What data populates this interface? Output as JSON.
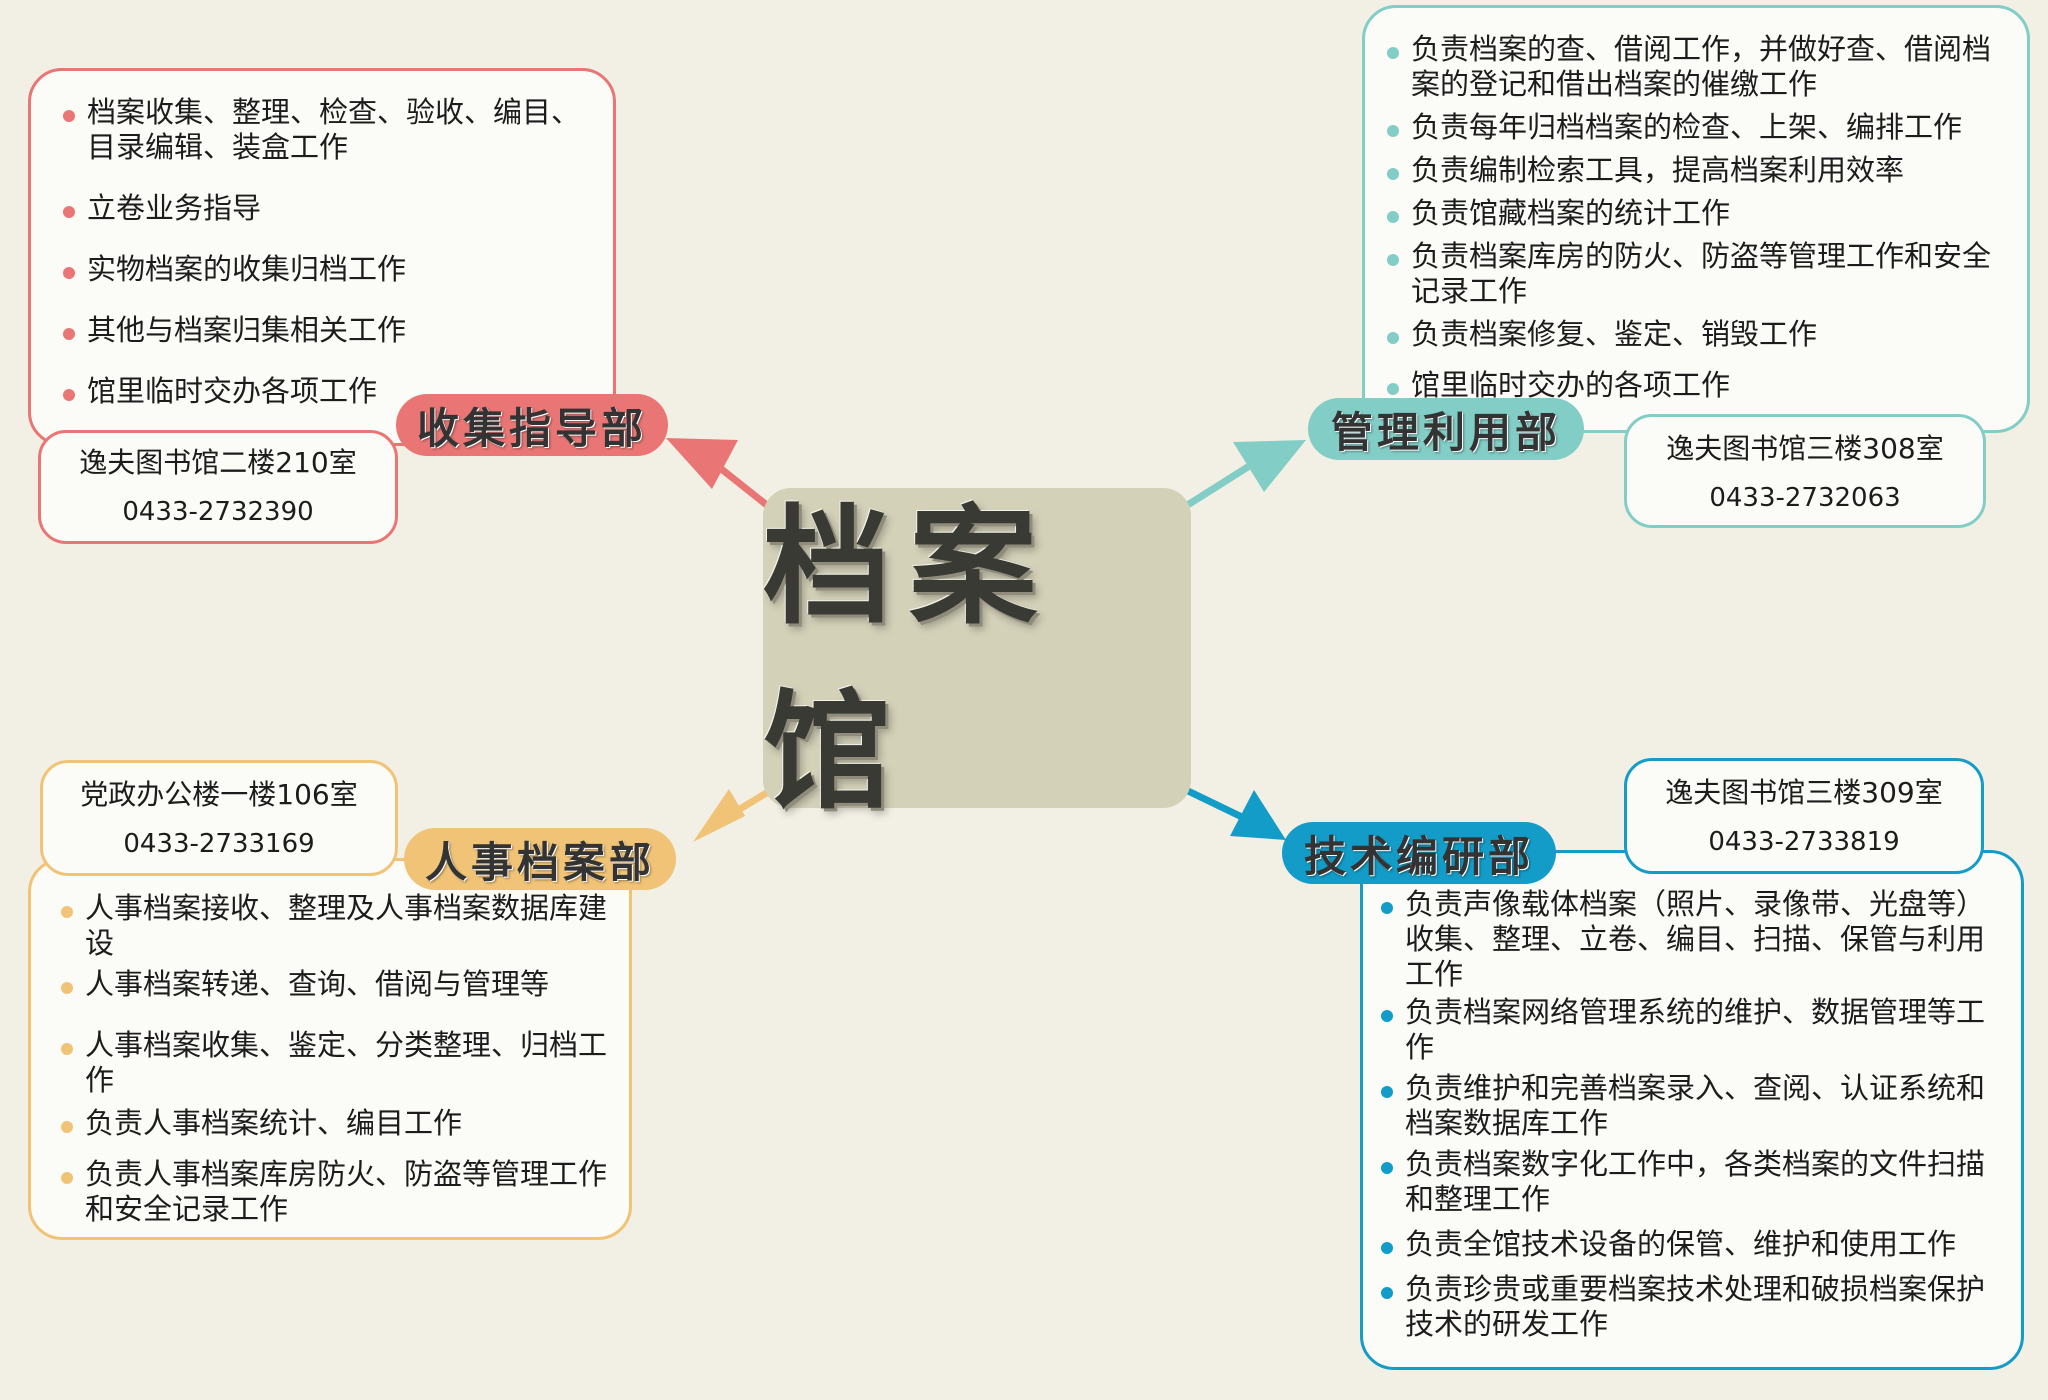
{
  "center": {
    "title": "档案馆"
  },
  "colors": {
    "red": "#e97675",
    "teal": "#82cdc6",
    "amber": "#f1c377",
    "blue": "#139cc7",
    "background": "#f2efe4",
    "center": "#d3d1b8"
  },
  "departments": [
    {
      "name": "收集指导部",
      "room": "逸夫图书馆二楼210室",
      "phone": "0433-2732390",
      "items": [
        "档案收集、整理、检查、验收、编目、目录编辑、装盒工作",
        "立卷业务指导",
        "实物档案的收集归档工作",
        "其他与档案归集相关工作",
        "馆里临时交办各项工作"
      ]
    },
    {
      "name": "管理利用部",
      "room": "逸夫图书馆三楼308室",
      "phone": "0433-2732063",
      "items": [
        "负责档案的查、借阅工作，并做好查、借阅档案的登记和借出档案的催缴工作",
        "负责每年归档档案的检查、上架、编排工作",
        "负责编制检索工具，提高档案利用效率",
        "负责馆藏档案的统计工作",
        "负责档案库房的防火、防盗等管理工作和安全记录工作",
        "负责档案修复、鉴定、销毁工作",
        "馆里临时交办的各项工作"
      ]
    },
    {
      "name": "人事档案部",
      "room": "党政办公楼一楼106室",
      "phone": "0433-2733169",
      "items": [
        "人事档案接收、整理及人事档案数据库建设",
        "人事档案转递、查询、借阅与管理等",
        "人事档案收集、鉴定、分类整理、归档工作",
        "负责人事档案统计、编目工作",
        "负责人事档案库房防火、防盗等管理工作和安全记录工作"
      ]
    },
    {
      "name": "技术编研部",
      "room": "逸夫图书馆三楼309室",
      "phone": "0433-2733819",
      "items": [
        "负责声像载体档案（照片、录像带、光盘等）收集、整理、立卷、编目、扫描、保管与利用工作",
        "负责档案网络管理系统的维护、数据管理等工作",
        "负责维护和完善档案录入、查阅、认证系统和档案数据库工作",
        "负责档案数字化工作中，各类档案的文件扫描和整理工作",
        "负责全馆技术设备的保管、维护和使用工作",
        "负责珍贵或重要档案技术处理和破损档案保护技术的研发工作"
      ]
    }
  ]
}
